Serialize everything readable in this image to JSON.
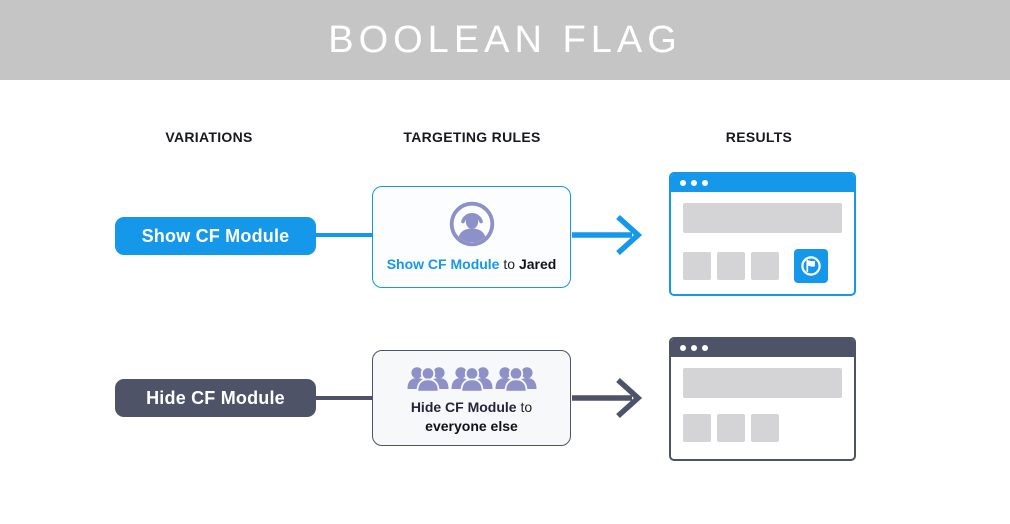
{
  "banner": {
    "title": "BOOLEAN FLAG"
  },
  "columns": [
    {
      "label": "VARIATIONS"
    },
    {
      "label": "TARGETING RULES"
    },
    {
      "label": "RESULTS"
    }
  ],
  "rows": [
    {
      "variation": {
        "label": "Show CF Module"
      },
      "rule": {
        "icon": "single-user-avatar-icon",
        "action": "Show CF Module",
        "connector": " to ",
        "audience": "Jared"
      },
      "result": {
        "cf_module_visible": true
      }
    },
    {
      "variation": {
        "label": "Hide CF Module"
      },
      "rule": {
        "icon": "crowd-icon",
        "action": "Hide CF Module",
        "connector": " to",
        "audience": "everyone else"
      },
      "result": {
        "cf_module_visible": false
      }
    }
  ],
  "colors": {
    "blue": "#1598ea",
    "slate": "#4f5367",
    "lavender": "#8d91c7",
    "banner_gray": "#c5c5c5",
    "placeholder_gray": "#d4d4d6"
  }
}
